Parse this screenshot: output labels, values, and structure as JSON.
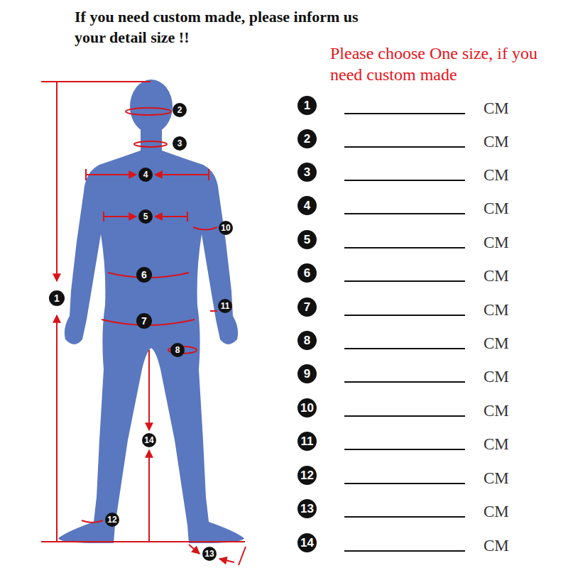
{
  "diagram": {
    "title": "If you need custom made, please inform us your detail size !!",
    "labels": [
      "Please choose One size, if you need custom made",
      "1",
      "2",
      "3",
      "4",
      "5",
      "6",
      "7",
      "8",
      "10",
      "11",
      "12",
      "13",
      "14",
      "1",
      "2",
      "3",
      "4",
      "5",
      "6",
      "7",
      "8",
      "9",
      "10",
      "11",
      "12",
      "13",
      "14",
      "CM",
      "CM",
      "CM",
      "CM",
      "CM",
      "CM",
      "CM",
      "CM",
      "CM",
      "CM",
      "CM",
      "CM",
      "CM",
      "CM"
    ]
  }
}
